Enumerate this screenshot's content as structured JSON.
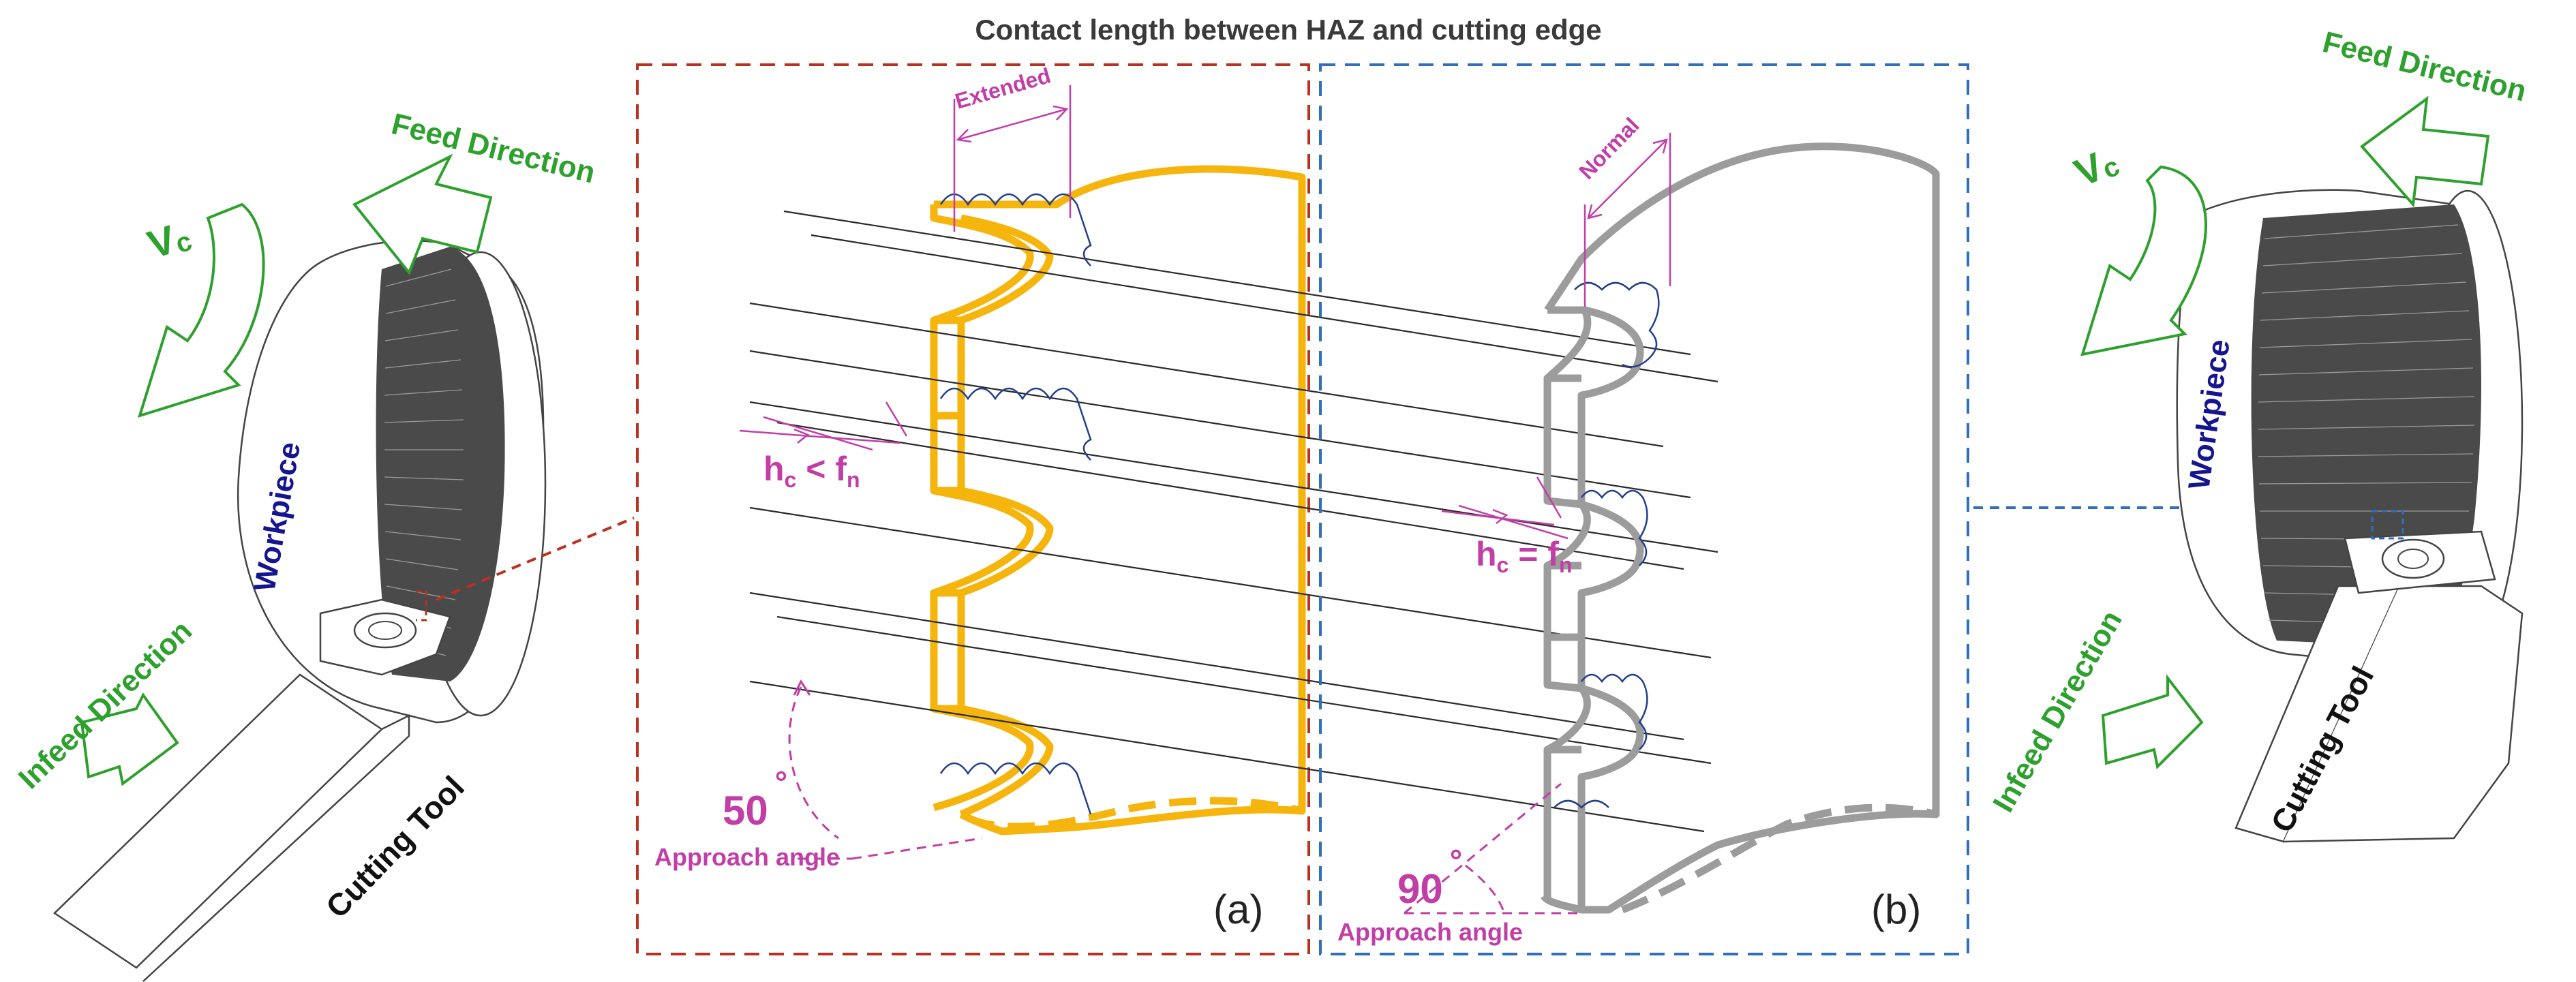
{
  "title": "Contact length between HAZ and cutting edge",
  "colors": {
    "feed": "#2ea02e",
    "workpiece_label": "#151590",
    "magenta": "#c13ea6",
    "red_frame": "#b8321f",
    "blue_frame": "#2f6fbd",
    "yellow_edge": "#f5b50c",
    "gray_edge": "#9c9c9c",
    "haz_wave": "#22408a",
    "line": "#2a2a2a"
  },
  "left_scene": {
    "feed_direction": "Feed Direction",
    "vc_main": "V",
    "vc_sub": "c",
    "workpiece": "Workpiece",
    "infeed_direction": "Infeed Direction",
    "cutting_tool": "Cutting Tool"
  },
  "right_scene": {
    "feed_direction": "Feed Direction",
    "vc_main": "V",
    "vc_sub": "c",
    "workpiece": "Workpiece",
    "infeed_direction": "Infeed Direction",
    "cutting_tool": "Cutting Tool"
  },
  "panel_a": {
    "tag": "(a)",
    "contact": "Extended",
    "hc_main": "h",
    "hc_sub": "c",
    "relation": " < ",
    "fn_main": "f",
    "fn_sub": "n",
    "angle": "50",
    "degree": "°",
    "angle_caption": "Approach angle"
  },
  "panel_b": {
    "tag": "(b)",
    "contact": "Normal",
    "hc_main": "h",
    "hc_sub": "c",
    "relation": " = ",
    "fn_main": "f",
    "fn_sub": "n",
    "angle": "90",
    "degree": "°",
    "angle_caption": "Approach angle"
  }
}
